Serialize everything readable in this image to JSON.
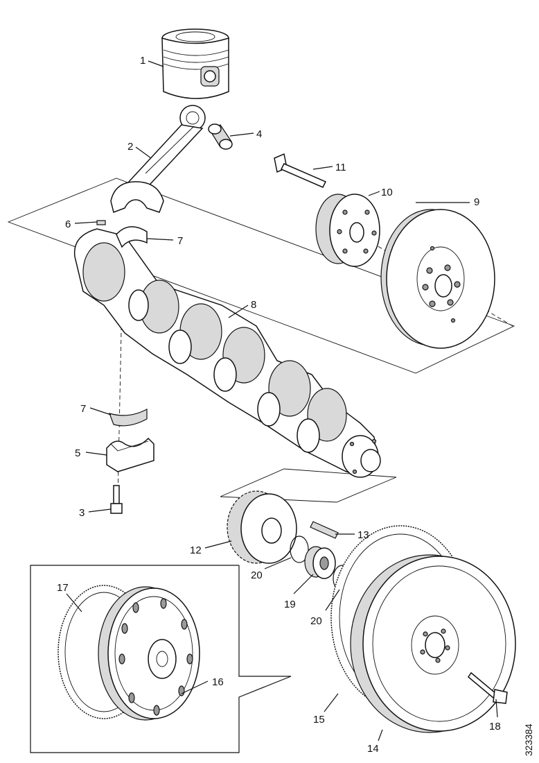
{
  "diagram": {
    "reference_number": "323384",
    "callouts": [
      {
        "id": "c1",
        "label": "1"
      },
      {
        "id": "c2",
        "label": "2"
      },
      {
        "id": "c3",
        "label": "3"
      },
      {
        "id": "c4",
        "label": "4"
      },
      {
        "id": "c5",
        "label": "5"
      },
      {
        "id": "c6",
        "label": "6"
      },
      {
        "id": "c7a",
        "label": "7"
      },
      {
        "id": "c7b",
        "label": "7"
      },
      {
        "id": "c8",
        "label": "8"
      },
      {
        "id": "c9",
        "label": "9"
      },
      {
        "id": "c10",
        "label": "10"
      },
      {
        "id": "c11",
        "label": "11"
      },
      {
        "id": "c12",
        "label": "12"
      },
      {
        "id": "c13",
        "label": "13"
      },
      {
        "id": "c14",
        "label": "14"
      },
      {
        "id": "c15",
        "label": "15"
      },
      {
        "id": "c16",
        "label": "16"
      },
      {
        "id": "c17",
        "label": "17"
      },
      {
        "id": "c18",
        "label": "18"
      },
      {
        "id": "c19",
        "label": "19"
      },
      {
        "id": "c20a",
        "label": "20"
      },
      {
        "id": "c20b",
        "label": "20"
      }
    ]
  }
}
